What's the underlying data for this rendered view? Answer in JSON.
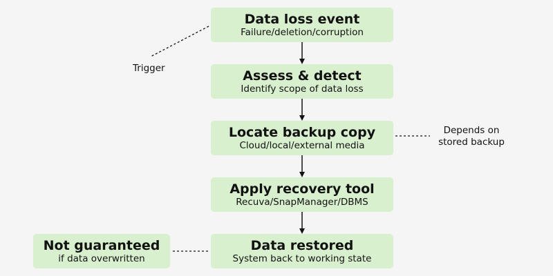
{
  "steps": [
    {
      "title": "Data loss event",
      "subtitle": "Failure/deletion/corruption"
    },
    {
      "title": "Assess & detect",
      "subtitle": "Identify scope of data loss"
    },
    {
      "title": "Locate backup copy",
      "subtitle": "Cloud/local/external media"
    },
    {
      "title": "Apply recovery tool",
      "subtitle": "Recuva/SnapManager/DBMS"
    },
    {
      "title": "Data restored",
      "subtitle": "System back to working state"
    }
  ],
  "side_box": {
    "title": "Not guaranteed",
    "subtitle": "if data overwritten"
  },
  "annotations": {
    "trigger": "Trigger",
    "depends_line1": "Depends on",
    "depends_line2": "stored backup"
  },
  "colors": {
    "box_fill": "#d9f0cf",
    "background": "#f5f5f5",
    "text": "#111111"
  }
}
